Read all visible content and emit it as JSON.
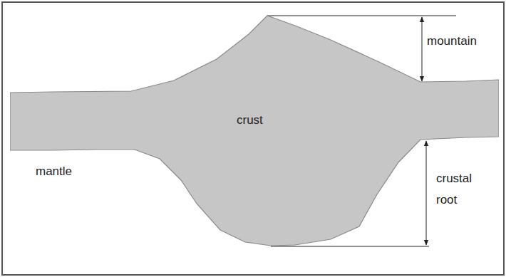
{
  "diagram": {
    "nodes": [
      {
        "text": [
          "crust"
        ]
      }
    ],
    "labels": [
      "mountain",
      "mantle",
      "crustal root"
    ]
  }
}
